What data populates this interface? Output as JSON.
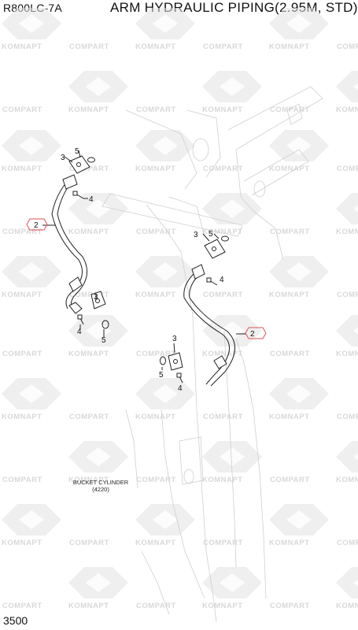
{
  "header": {
    "model": "R800LC-7A",
    "title": "ARM HYDRAULIC PIPING(2.95M, STD)"
  },
  "footer": {
    "page_number": "3500"
  },
  "caption": {
    "line1": "BUCKET CYLINDER",
    "line2": "(4220)"
  },
  "watermark": {
    "left_word": "KOMNAPT",
    "right_word": "COMPART"
  },
  "callouts": {
    "c1_3": "3",
    "c1_5": "5",
    "c1_4": "4",
    "c1_2": "2",
    "c2_3": "3",
    "c2_4": "4",
    "c2_5": "5",
    "c3_5": "5",
    "c3_3": "3",
    "c3_4": "4",
    "c3_2": "2",
    "c4_3": "3",
    "c4_5": "5",
    "c4_4": "4"
  },
  "colors": {
    "line": "#222222",
    "ghost": "#cfcfcf",
    "highlight": "#e05050",
    "watermark": "#e2e2e2"
  }
}
